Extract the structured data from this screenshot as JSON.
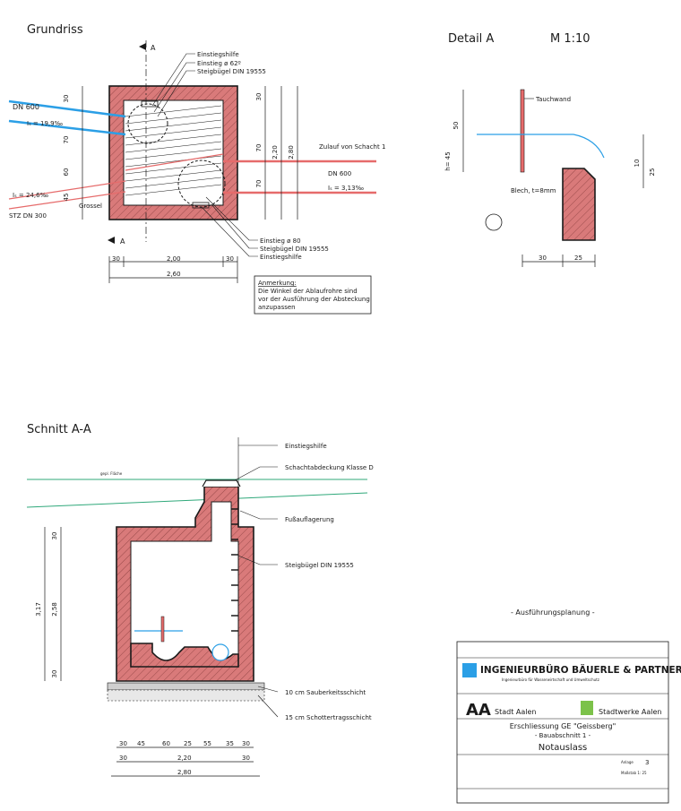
{
  "headings": {
    "grundriss": "Grundriss",
    "detail": "Detail A",
    "scale": "M 1:10",
    "schnitt": "Schnitt A-A"
  },
  "grundriss": {
    "section_mark_top": "A",
    "section_mark_bottom": "A",
    "callouts_top": [
      "Einstiegshilfe",
      "Einstieg ø 62º",
      "Steigbügel DIN 19555"
    ],
    "callouts_bottom": [
      "Einstieg ø 80",
      "Steigbügel DIN 19555",
      "Einstiegshilfe"
    ],
    "pipe_dn600_left": "DN 600",
    "slope_left_top": "Iₛ = 19,9‰",
    "slope_left_bottom": "Iₛ = 24,6‰",
    "grossel": "Grossel",
    "stz_dn300": "STZ DN 300",
    "zulauf": "Zulauf von Schacht 1",
    "pipe_dn600_right": "DN 600",
    "slope_right": "Iₛ = 3,13‰",
    "dims_left": [
      "30",
      "70",
      "60",
      "45"
    ],
    "dims_right": [
      "30",
      "70",
      "70",
      "2,20",
      "2,80"
    ],
    "dims_bottom_row1": [
      "30",
      "2,00",
      "30"
    ],
    "dims_bottom_total": "2,60",
    "remark_title": "Anmerkung:",
    "remark_text": [
      "Die Winkel der Ablaufrohre sind",
      "vor der Ausführung der Absteckung",
      "anzupassen"
    ]
  },
  "detail": {
    "tauchwand": "Tauchwand",
    "blech": "Blech, t=8mm",
    "dim_left": "50",
    "dim_left2": "h= 45",
    "dims_right": [
      "10",
      "25"
    ],
    "dims_bottom": [
      "30",
      "25"
    ]
  },
  "schnitt": {
    "callouts": [
      "Einstiegshilfe",
      "Schachtabdeckung Klasse D",
      "Fußauflagerung",
      "Steigbügel DIN 19555",
      "10 cm Sauberkeitsschicht",
      "15 cm Schottertragsschicht"
    ],
    "gelande_label": "gepl. Fläche",
    "dims_left": [
      "3,17",
      "2,58",
      "30",
      "30"
    ],
    "dims_bottom_row1": [
      "30",
      "45",
      "60",
      "25",
      "55",
      "35",
      "30"
    ],
    "dims_bottom_row2": [
      "30",
      "2,20",
      "30"
    ],
    "dims_bottom_total": "2,80"
  },
  "stage": "- Ausführungsplanung -",
  "title_block": {
    "office": "INGENIEURBÜRO BÄUERLE & PARTNER",
    "office_sub": "Ingenieurbüro für Wasserwirtschaft und Umweltschutz",
    "client_left": "Stadt Aalen",
    "client_right": "Stadtwerke Aalen",
    "project": "Erschliessung GE \"Geissberg\"",
    "section": "- Bauabschnitt 1 -",
    "drawing": "Notauslass",
    "anlage_label": "Anlage",
    "anlage_value": "3",
    "massstab": "Maßstab 1: 25"
  },
  "colors": {
    "wall": "#d97a7a",
    "pipe_blue": "#2b9fe6",
    "pipe_red": "#e66b6b",
    "ground": "#2fa87a"
  }
}
